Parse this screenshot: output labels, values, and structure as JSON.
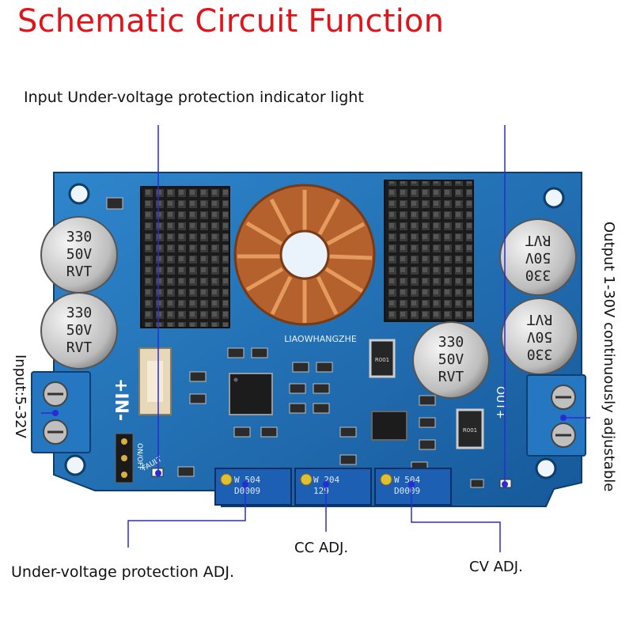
{
  "title": "Schematic Circuit Function",
  "callouts": {
    "indicator_light": "Input Under-voltage protection indicator light",
    "input": "Input:5-32V",
    "output": "Output 1-30V continuously adjustable",
    "uv_adj": "Under-voltage protection ADJ.",
    "cc_adj": "CC ADJ.",
    "cv_adj": "CV ADJ."
  },
  "board": {
    "silkscreen_name": "LIAOWHANGZHE",
    "in_label": "+IN-",
    "out_label": "OUT+",
    "fault_label": "FAULT",
    "onoff_label": "ON/OFF",
    "capacitor_lines": [
      "330",
      "50V",
      "RVT"
    ],
    "resistor_code": "R001",
    "pot_codes": [
      "W 504",
      "W 204",
      "W 504"
    ],
    "pot_subcodes": [
      "D0009",
      "129",
      "D0009"
    ]
  },
  "colors": {
    "title": "#e0141b",
    "pcb": "#1f6fb2",
    "callout_line": "#2b2bd6",
    "heatsink": "#1a1a1a",
    "copper": "#c8703a",
    "terminal": "#2277c0"
  }
}
